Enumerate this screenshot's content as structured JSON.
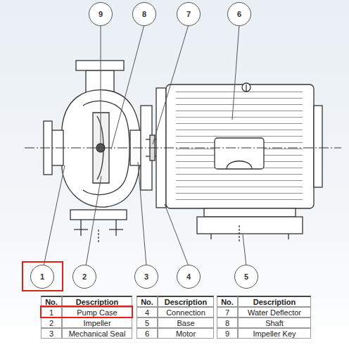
{
  "diagram": {
    "nodes": [
      {
        "text": [
          "9"
        ]
      },
      {
        "text": [
          "8"
        ]
      },
      {
        "text": [
          "7"
        ]
      },
      {
        "text": [
          "6"
        ]
      },
      {
        "text": [
          "1"
        ]
      },
      {
        "text": [
          "2"
        ]
      },
      {
        "text": [
          "3"
        ]
      },
      {
        "text": [
          "4"
        ]
      },
      {
        "text": [
          "5"
        ]
      }
    ],
    "labels": [
      "No.",
      "Description",
      "1",
      "Pump Case",
      "2",
      "Impeller",
      "3",
      "Mechanical Seal",
      "No.",
      "Description",
      "4",
      "Connection",
      "5",
      "Base",
      "6",
      "Motor",
      "No.",
      "Description",
      "7",
      "Water Deflector",
      "8",
      "Shaft",
      "9",
      "Impeller Key"
    ]
  }
}
